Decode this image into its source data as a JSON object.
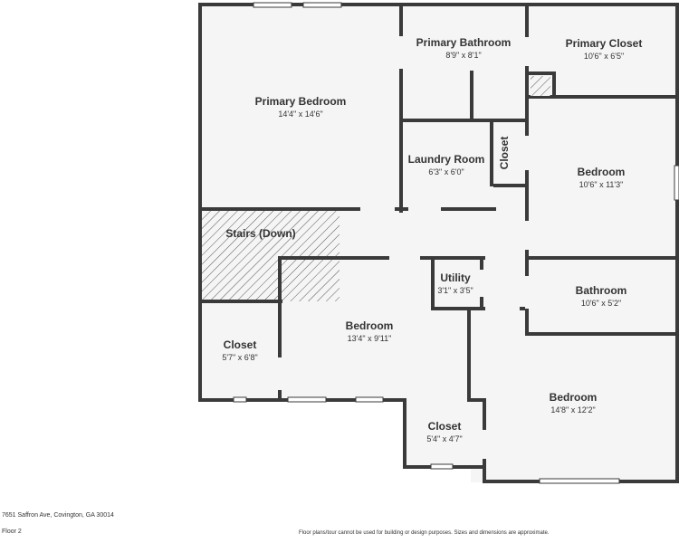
{
  "rooms": {
    "primary_bedroom": {
      "name": "Primary Bedroom",
      "dims": "14'4\" x 14'6\""
    },
    "primary_bathroom": {
      "name": "Primary Bathroom",
      "dims": "8'9\" x 8'1\""
    },
    "primary_closet": {
      "name": "Primary Closet",
      "dims": "10'6\" x 6'5\""
    },
    "laundry_room": {
      "name": "Laundry Room",
      "dims": "6'3\" x 6'0\""
    },
    "closet_vertical": {
      "name": "Closet"
    },
    "bedroom_right": {
      "name": "Bedroom",
      "dims": "10'6\" x 11'3\""
    },
    "stairs": {
      "name": "Stairs (Down)"
    },
    "utility": {
      "name": "Utility",
      "dims": "3'1\" x 3'5\""
    },
    "bathroom": {
      "name": "Bathroom",
      "dims": "10'6\" x 5'2\""
    },
    "bedroom_middle": {
      "name": "Bedroom",
      "dims": "13'4\" x 9'11\""
    },
    "closet_left": {
      "name": "Closet",
      "dims": "5'7\" x 6'8\""
    },
    "bedroom_bottom": {
      "name": "Bedroom",
      "dims": "14'8\" x 12'2\""
    },
    "closet_bottom": {
      "name": "Closet",
      "dims": "5'4\" x 4'7\""
    }
  },
  "footer": {
    "address": "7651 Saffron Ave, Covington, GA 30014",
    "floor": "Floor 2",
    "disclaimer": "Floor plans/tour cannot be used for building or design purposes. Sizes and dimensions are approximate."
  }
}
